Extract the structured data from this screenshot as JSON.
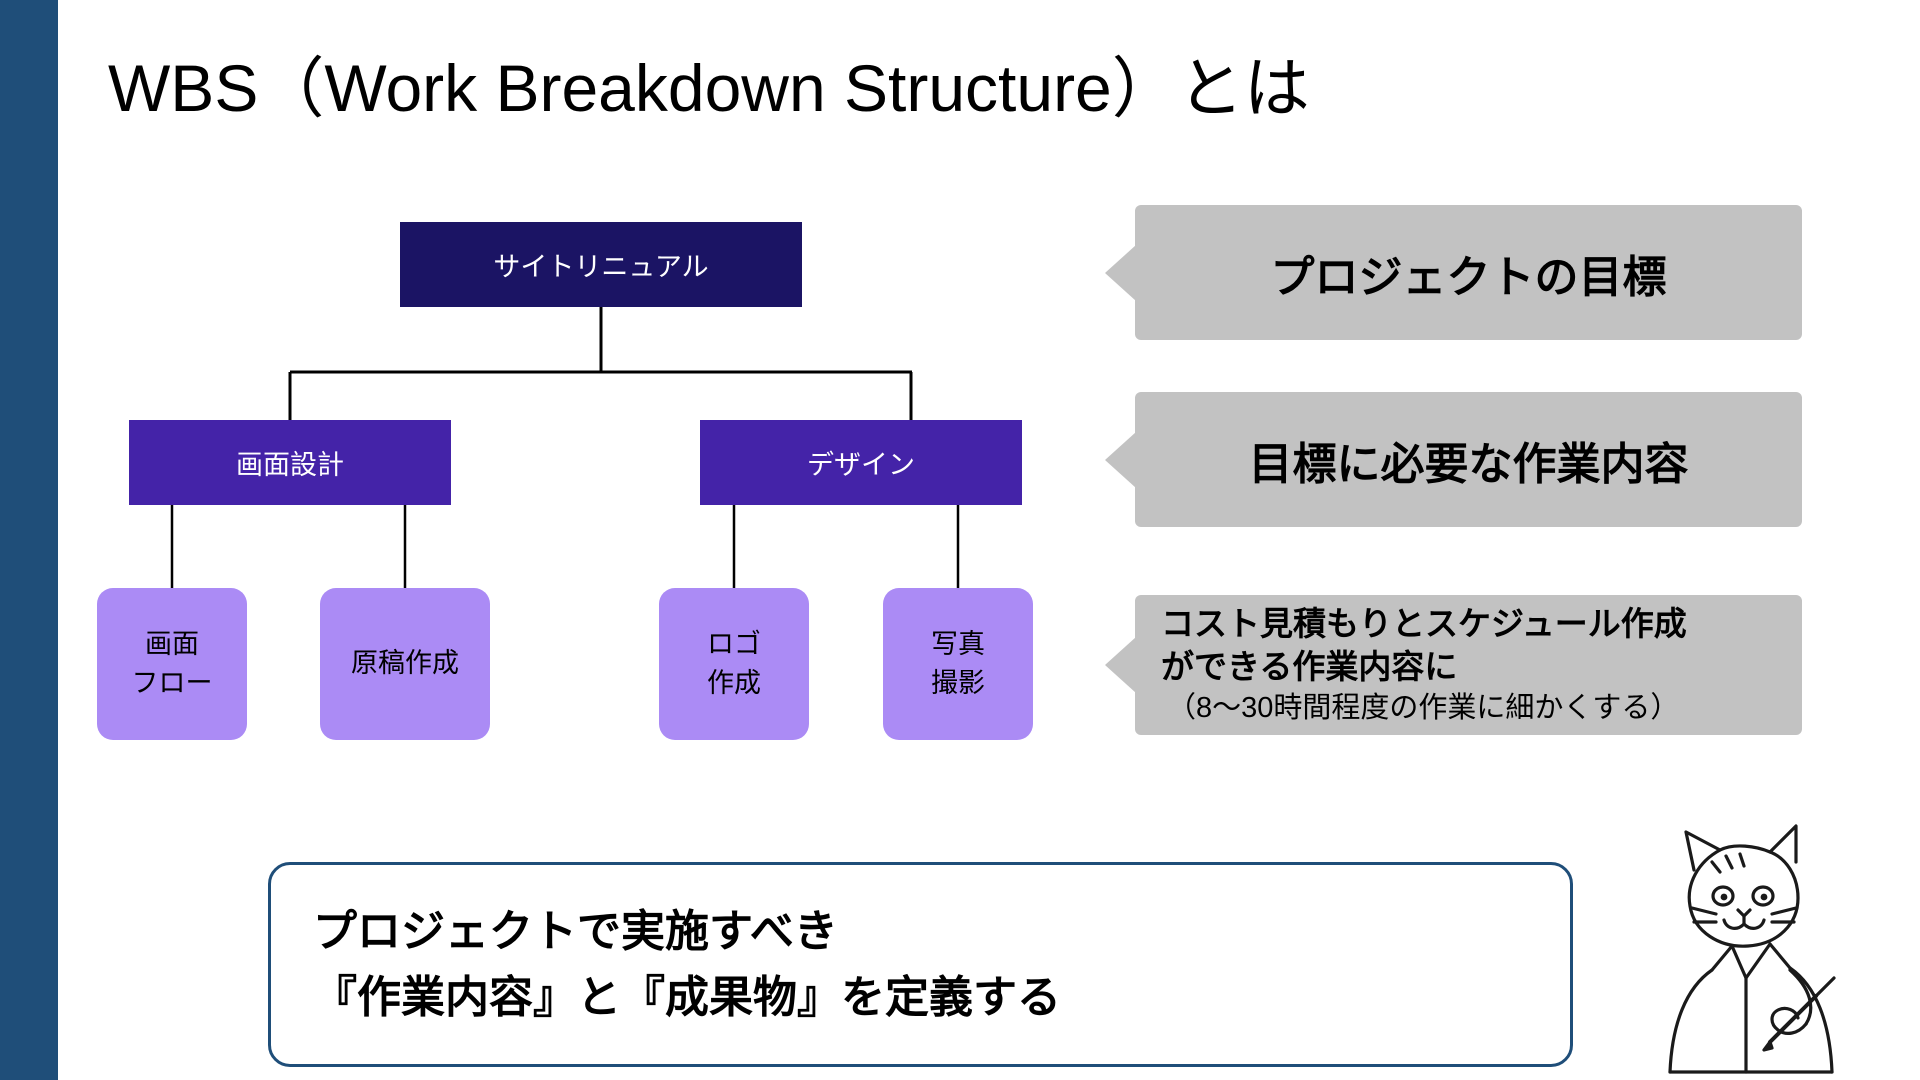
{
  "slide": {
    "title": "WBS（Work Breakdown Structure）とは",
    "accent_color": "#1f4e79",
    "background": "#ffffff"
  },
  "tree": {
    "root": {
      "label": "サイトリニュアル",
      "color": "#1b1464",
      "text_color": "#ffffff"
    },
    "level2": [
      {
        "label": "画面設計",
        "color": "#4423a8",
        "text_color": "#ffffff"
      },
      {
        "label": "デザイン",
        "color": "#4423a8",
        "text_color": "#ffffff"
      }
    ],
    "leaves": [
      {
        "line1": "画面",
        "line2": "フロー",
        "color": "#ab8bf5",
        "text_color": "#000000"
      },
      {
        "line1": "原稿作成",
        "line2": "",
        "color": "#ab8bf5",
        "text_color": "#000000"
      },
      {
        "line1": "ロゴ",
        "line2": "作成",
        "color": "#ab8bf5",
        "text_color": "#000000"
      },
      {
        "line1": "写真",
        "line2": "撮影",
        "color": "#ab8bf5",
        "text_color": "#000000"
      }
    ]
  },
  "callouts": [
    {
      "text": "プロジェクトの目標",
      "color": "#c2c2c2"
    },
    {
      "text": "目標に必要な作業内容",
      "color": "#c2c2c2"
    },
    {
      "line1": "コスト見積もりとスケジュール作成",
      "line2": "ができる作業内容に",
      "line3": "（8〜30時間程度の作業に細かくする）",
      "color": "#c2c2c2"
    }
  ],
  "summary": {
    "line1": "プロジェクトで実施すべき",
    "line2": "『作業内容』と『成果物』を定義する",
    "border_color": "#1f4e79"
  },
  "mascot": {
    "name": "cat-scientist-mascot"
  }
}
